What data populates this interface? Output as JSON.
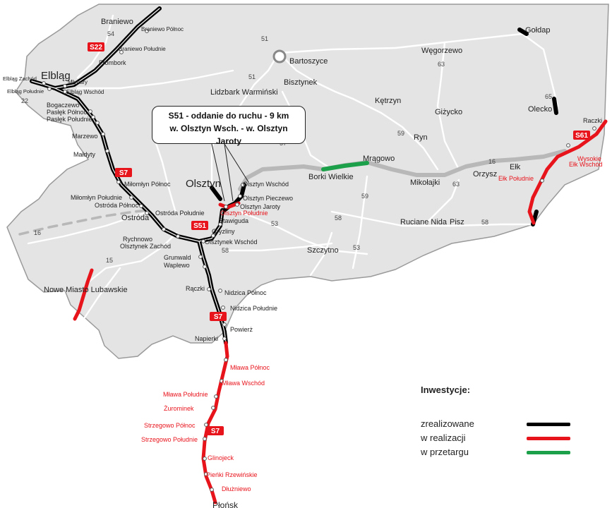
{
  "callout": {
    "line1": "S51 - oddanie do ruchu - 9 km",
    "line2": "w. Olsztyn Wsch. - w. Olsztyn Jaroty"
  },
  "legend": {
    "title": "Inwestycje:",
    "items": [
      {
        "label": "zrealizowane",
        "color": "#000000"
      },
      {
        "label": "w realizacji",
        "color": "#e8141c"
      },
      {
        "label": "w przetargu",
        "color": "#1ca04a"
      }
    ]
  },
  "colors": {
    "region_fill": "#e4e4e4",
    "region_border": "#9a9a9a",
    "road_minor": "#ffffff",
    "realized": "#000000",
    "in_progress": "#e8141c",
    "tender": "#1ca04a",
    "planned_gray": "#b8b8b8"
  },
  "shields": {
    "s22": "S22",
    "s7_north": "S7",
    "s51": "S51",
    "s7_south": "S7",
    "s7_masovia": "S7",
    "s61": "S61"
  },
  "cities": {
    "elblag": "Elbląg",
    "olsztyn": "Olsztyn",
    "bartoszyce": "Bartoszyce",
    "goldap": "Gołdap"
  },
  "towns": {
    "braniewo": "Braniewo",
    "frombork": "Frombork",
    "lidzbark": "Lidzbark Warmiński",
    "bisztynek": "Bisztynek",
    "ketrzyn": "Kętrzyn",
    "wegorzewo": "Węgorzewo",
    "gizycko": "Giżycko",
    "olecko": "Olecko",
    "raczki_ne": "Raczki",
    "ryn": "Ryn",
    "mragowo": "Mrągowo",
    "borki": "Borki Wielkie",
    "mikolajki": "Mikołajki",
    "orzysz": "Orzysz",
    "elk": "Ełk",
    "ruciane": "Ruciane Nida",
    "pisz": "Pisz",
    "szczytno": "Szczytno",
    "ostroda": "Ostróda",
    "nowe_miasto": "Nowe Miasto Lubawskie",
    "plonsk": "Płońsk"
  },
  "nodes_black": {
    "braniewo_pn": "Braniewo Północ",
    "braniewo_pd": "Braniewo Południe",
    "elblag_zach": "Elbląg Zachód",
    "elblag_pd": "Elbląg Południe",
    "mlynary": "Młynary",
    "elblag_wsch": "Elbląg Wschód",
    "bogaczewo": "Bogaczewo",
    "paslek_pn": "Pasłęk Północ",
    "paslek_pd": "Pasłęk Południe",
    "marzewo": "Marzewo",
    "maldyty": "Małdyty",
    "milomlyn_pn": "Miłomłyn Północ",
    "milomlyn_pd": "Miłomłyn Południe",
    "ostroda_pn": "Ostróda Północ",
    "ostroda_pd": "Ostróda Południe",
    "rychnowo": "Rychnowo",
    "olsztynek_zach": "Olsztynek Zachód",
    "olsztynek_wsch": "Olsztynek Wschód",
    "gryzliny": "Gryzliny",
    "stawiguda": "Stawiguda",
    "grunwald": "Grunwald",
    "waplewo": "Waplewo",
    "raczki": "Rączki",
    "nidzica_pn": "Nidzica Północ",
    "nidzica_pd": "Nidzica Południe",
    "powierz": "Powierż",
    "napierki": "Napierki",
    "olsztyn_wsch": "Olsztyn Wschód",
    "olsztyn_pieczewo": "Olsztyn Pieczewo",
    "olsztyn_jaroty": "Olsztyn Jaroty"
  },
  "nodes_red": {
    "olsztyn_pd": "Olsztyn Południe",
    "mlawa_pn": "Mława Północ",
    "mlawa_wsch": "Mława Wschód",
    "mlawa_pd": "Mława Południe",
    "zurominek": "Żurominek",
    "strzegowo_pn": "Strzegowo Północ",
    "strzegowo_pd": "Strzegowo Południe",
    "glinojeck": "Glinojeck",
    "pienki": "Pieńki Rzewińskie",
    "dluzniewo": "Dłużniewo",
    "wysokie": "Wysokie",
    "elk_wsch": "Ełk Wschód",
    "elk_pd": "Ełk Południe"
  },
  "road_numbers": {
    "r54": "54",
    "r51a": "51",
    "r51b": "51",
    "r57": "57",
    "r59a": "59",
    "r59b": "59",
    "r63a": "63",
    "r63b": "63",
    "r65": "65",
    "r16a": "16",
    "r16b": "16",
    "r53a": "53",
    "r53b": "53",
    "r58a": "58",
    "r58b": "58",
    "r58c": "58",
    "r15": "15",
    "r22": "22"
  }
}
